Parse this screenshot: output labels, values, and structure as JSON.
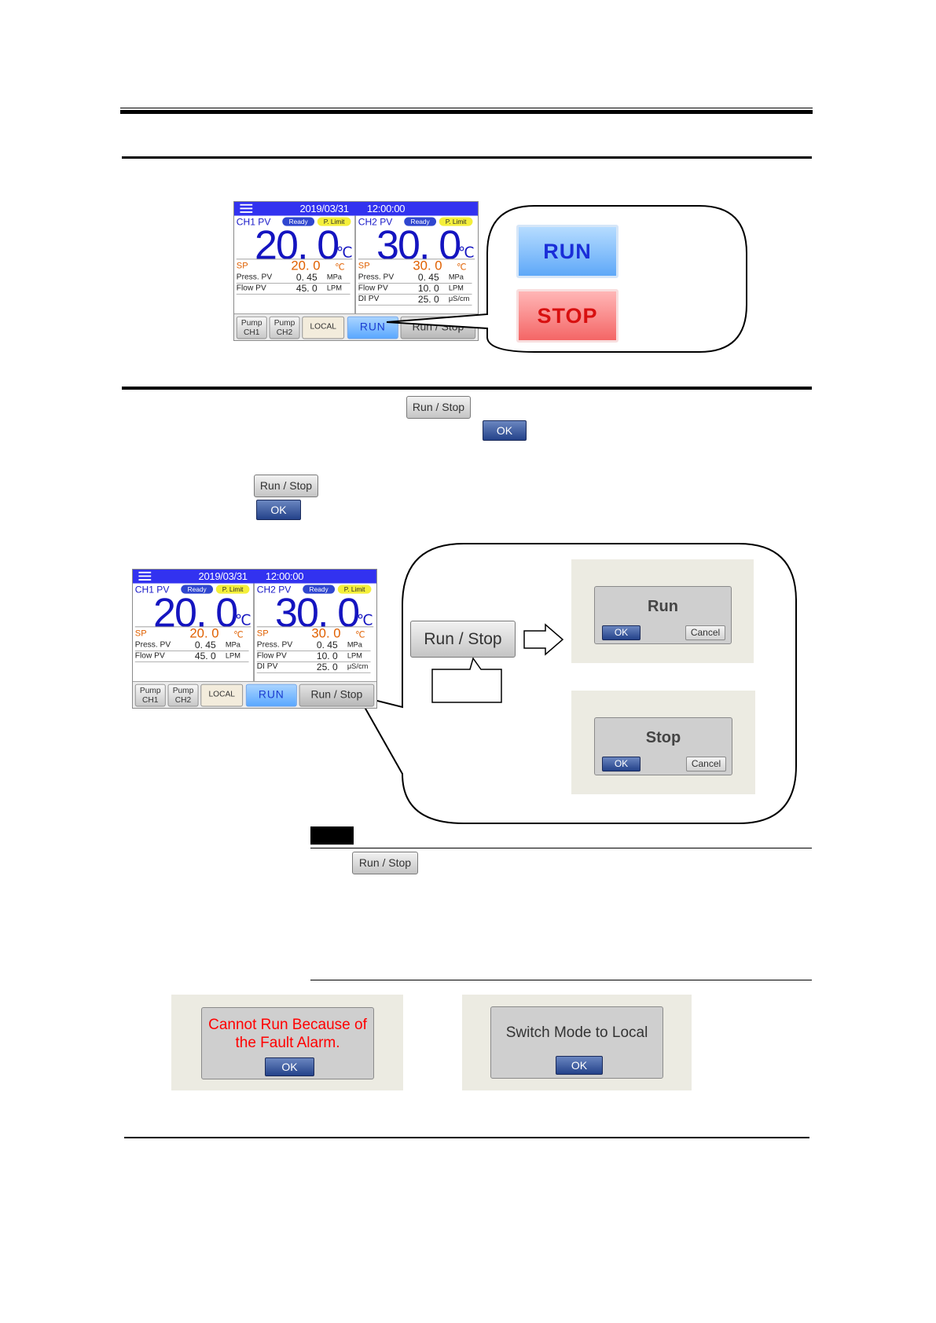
{
  "screen": {
    "date": "2019/03/31",
    "time": "12:00:00",
    "ch1": {
      "label": "CH1 PV",
      "badge_ready": "Ready",
      "badge_limit": "P. Limit",
      "pv": "20. 0",
      "pv_unit": "℃",
      "sp_label": "SP",
      "sp_value": "20. 0",
      "sp_unit": "℃",
      "rows": [
        {
          "key": "Press. PV",
          "value": "0. 45",
          "unit": "MPa"
        },
        {
          "key": "Flow PV",
          "value": "45. 0",
          "unit": "LPM"
        }
      ]
    },
    "ch2": {
      "label": "CH2 PV",
      "badge_ready": "Ready",
      "badge_limit": "P. Limit",
      "pv": "30. 0",
      "pv_unit": "℃",
      "sp_label": "SP",
      "sp_value": "30. 0",
      "sp_unit": "℃",
      "rows": [
        {
          "key": "Press. PV",
          "value": "0. 45",
          "unit": "MPa"
        },
        {
          "key": "Flow PV",
          "value": "10. 0",
          "unit": "LPM"
        },
        {
          "key": "DI PV",
          "value": "25. 0",
          "unit": "μS/cm"
        }
      ]
    },
    "softkeys": {
      "pump_ch1_line1": "Pump",
      "pump_ch1_line2": "CH1",
      "pump_ch2_line1": "Pump",
      "pump_ch2_line2": "CH2",
      "local": "LOCAL",
      "run": "RUN",
      "run_stop": "Run / Stop"
    }
  },
  "callout1": {
    "run_label": "RUN",
    "stop_label": "STOP"
  },
  "inline": {
    "run_stop_label": "Run / Stop",
    "ok_label": "OK"
  },
  "callout2": {
    "run_stop_label": "Run / Stop",
    "run_dialog": {
      "title": "Run",
      "ok": "OK",
      "cancel": "Cancel"
    },
    "stop_dialog": {
      "title": "Stop",
      "ok": "OK",
      "cancel": "Cancel"
    }
  },
  "bottom_dialogs": {
    "fault": {
      "line1": "Cannot Run Because of",
      "line2": "the Fault Alarm.",
      "ok": "OK"
    },
    "local": {
      "message": "Switch Mode to Local",
      "ok": "OK"
    }
  },
  "colors": {
    "title_bar": "#3232f0",
    "pv_blue": "#1414c0",
    "sp_orange": "#e06000",
    "run_blue": "#5ea8f8",
    "stop_red": "#f46666",
    "ok_navy": "#24428a",
    "fault_red": "#ff0000"
  }
}
